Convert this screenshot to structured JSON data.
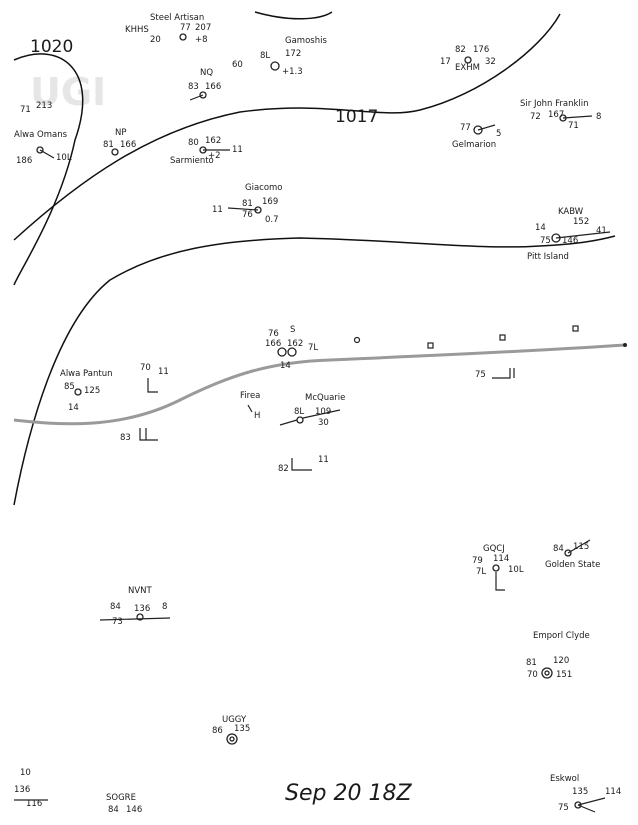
{
  "isobars": [
    {
      "label": "1020"
    },
    {
      "label": "1017"
    }
  ],
  "stations": [
    {
      "name": "Steel Artisan",
      "values": [
        "77",
        "207",
        "20",
        "+8"
      ]
    },
    {
      "name": "KHHS",
      "values": []
    },
    {
      "name": "Gamoshis",
      "values": [
        "60",
        "172",
        "8L",
        "+1.3"
      ]
    },
    {
      "name": "NQ",
      "values": [
        "83",
        "166"
      ]
    },
    {
      "name": "Alwa Omans",
      "values": [
        "71",
        "213",
        "186",
        "10L"
      ]
    },
    {
      "name": "NP",
      "values": [
        "81",
        "166"
      ]
    },
    {
      "name": "Sarmiento",
      "values": [
        "80",
        "162",
        "+2",
        "11"
      ]
    },
    {
      "name": "EXHM",
      "values": [
        "82",
        "176",
        "17",
        "32"
      ]
    },
    {
      "name": "Gelmarion",
      "values": [
        "77",
        "5"
      ]
    },
    {
      "name": "Sir John Franklin",
      "values": [
        "72",
        "167",
        "71",
        "8"
      ]
    },
    {
      "name": "Giacomo",
      "values": [
        "81",
        "169",
        "76",
        "11",
        "0.7"
      ]
    },
    {
      "name": "KABW",
      "values": [
        "14",
        "75",
        "152",
        "146",
        "41"
      ]
    },
    {
      "name": "Pitt Island",
      "values": []
    },
    {
      "name": "",
      "values": [
        "76",
        "S",
        "166",
        "162",
        "7L",
        "14"
      ]
    },
    {
      "name": "Alwa Pantun",
      "values": [
        "85",
        "125",
        "14"
      ]
    },
    {
      "name": "",
      "values": [
        "70",
        "11"
      ]
    },
    {
      "name": "",
      "values": [
        "75"
      ]
    },
    {
      "name": "Firea",
      "values": [
        "H"
      ]
    },
    {
      "name": "McQuarie",
      "values": [
        "109",
        "8L",
        "30"
      ]
    },
    {
      "name": "",
      "values": [
        "83"
      ]
    },
    {
      "name": "",
      "values": [
        "82",
        "11"
      ]
    },
    {
      "name": "GQCJ",
      "values": [
        "79",
        "114",
        "7L",
        "10L"
      ]
    },
    {
      "name": "Golden State",
      "values": [
        "84",
        "115"
      ]
    },
    {
      "name": "NVNT",
      "values": [
        "84",
        "136",
        "73",
        "8"
      ]
    },
    {
      "name": "Emporl Clyde",
      "values": [
        "81",
        "120",
        "70",
        "151"
      ]
    },
    {
      "name": "UGGY",
      "values": [
        "86",
        "135"
      ]
    },
    {
      "name": "SOGRE",
      "values": [
        "84",
        "146"
      ]
    },
    {
      "name": "Eskwol",
      "values": [
        "135",
        "114",
        "75"
      ]
    },
    {
      "name": "",
      "values": [
        "10",
        "136",
        "116"
      ]
    }
  ],
  "date_label": "Sep 20 18Z",
  "colors": {
    "ink": "#111111",
    "front": "#9a9a9a",
    "paper": "#ffffff"
  }
}
